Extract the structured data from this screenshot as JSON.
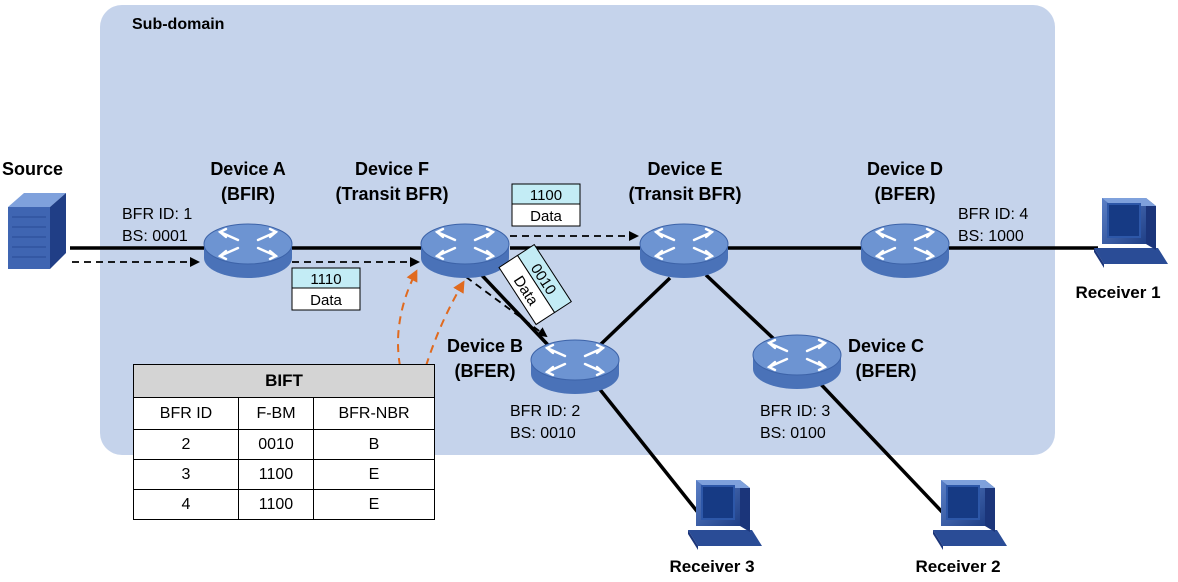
{
  "subdomain_label": "Sub-domain",
  "source_label": "Source",
  "devices": {
    "a": {
      "name": "Device A",
      "role": "(BFIR)",
      "bfr_id": "BFR ID: 1",
      "bs": "BS: 0001"
    },
    "f": {
      "name": "Device F",
      "role": "(Transit BFR)"
    },
    "e": {
      "name": "Device E",
      "role": "(Transit BFR)"
    },
    "d": {
      "name": "Device D",
      "role": "(BFER)",
      "bfr_id": "BFR ID: 4",
      "bs": "BS: 1000"
    },
    "b": {
      "name": "Device B",
      "role": "(BFER)",
      "bfr_id": "BFR ID: 2",
      "bs": "BS: 0010"
    },
    "c": {
      "name": "Device C",
      "role": "(BFER)",
      "bfr_id": "BFR ID: 3",
      "bs": "BS: 0100"
    }
  },
  "receivers": {
    "r1": "Receiver 1",
    "r2": "Receiver 2",
    "r3": "Receiver 3"
  },
  "packets": [
    {
      "bitstring": "1110",
      "payload": "Data"
    },
    {
      "bitstring": "1100",
      "payload": "Data"
    },
    {
      "bitstring": "0010",
      "payload": "Data"
    }
  ],
  "bift": {
    "title": "BIFT",
    "columns": [
      "BFR ID",
      "F-BM",
      "BFR-NBR"
    ],
    "rows": [
      [
        "2",
        "0010",
        "B"
      ],
      [
        "3",
        "1100",
        "E"
      ],
      [
        "4",
        "1100",
        "E"
      ]
    ]
  },
  "colors": {
    "subdomain_bg": "#c5d3eb",
    "router_body": "#4a72b8",
    "router_top": "#6d94d2",
    "packet_header": "#c3ecf5",
    "lookup_arrow": "#e06a1f",
    "table_header": "#d4d4d4"
  }
}
